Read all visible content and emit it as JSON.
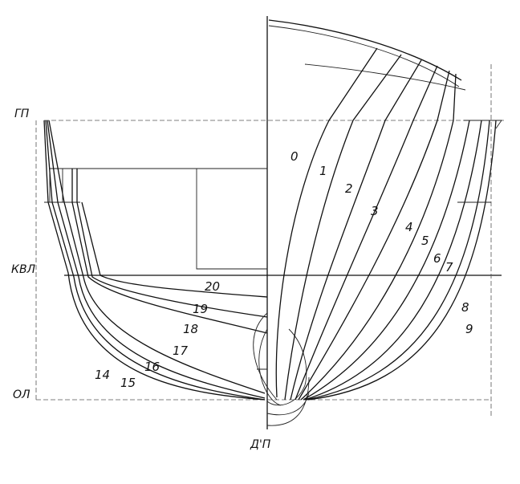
{
  "waterlines": {
    "main_deck": "ГП",
    "design_waterline": "КВЛ",
    "baseline": "ОЛ",
    "centerline": "Д'П"
  },
  "bow_stations": [
    "0",
    "1",
    "2",
    "3",
    "4",
    "5",
    "6",
    "7",
    "8",
    "9"
  ],
  "stern_stations": [
    "14",
    "15",
    "16",
    "17",
    "18",
    "19",
    "20"
  ]
}
